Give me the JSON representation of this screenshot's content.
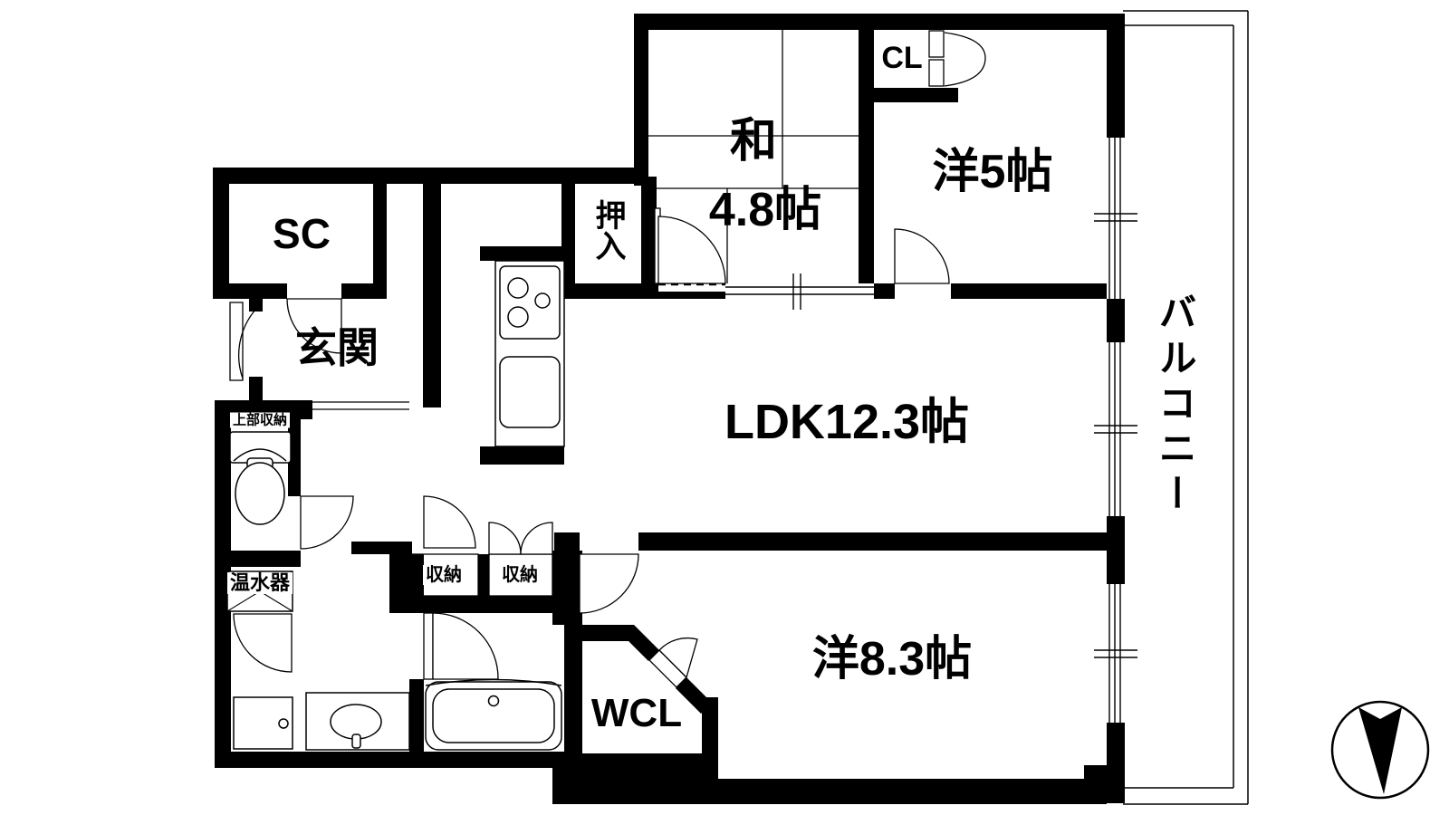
{
  "colors": {
    "wall": "#000000",
    "background": "#ffffff",
    "line": "#000000"
  },
  "rooms": {
    "shoe_closet": "SC",
    "entrance": "玄関",
    "closet_oshiire": "押入",
    "japanese_room_name": "和",
    "japanese_room_size": "4.8帖",
    "western_room_5": "洋5帖",
    "closet_cl": "CL",
    "ldk": "LDK12.3帖",
    "balcony": "バルコニー",
    "upper_storage": "上部収納",
    "water_heater": "温水器",
    "storage_1": "収納",
    "storage_2": "収納",
    "walk_in_closet": "WCL",
    "western_room_83": "洋8.3帖"
  }
}
